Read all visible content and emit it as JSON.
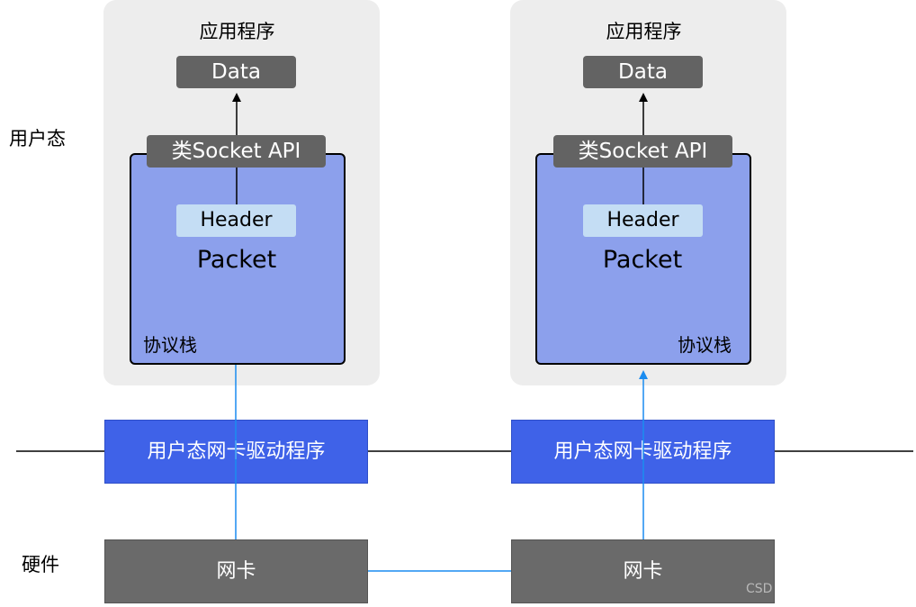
{
  "layers": {
    "user_space": "用户态",
    "hardware": "硬件"
  },
  "hosts": [
    {
      "app_title": "应用程序",
      "data_label": "Data",
      "api_label": "类Socket API",
      "header_label": "Header",
      "packet_label": "Packet",
      "stack_label": "协议栈",
      "driver_label": "用户态网卡驱动程序",
      "nic_label": "网卡"
    },
    {
      "app_title": "应用程序",
      "data_label": "Data",
      "api_label": "类Socket API",
      "header_label": "Header",
      "packet_label": "Packet",
      "stack_label": "协议栈",
      "driver_label": "用户态网卡驱动程序",
      "nic_label": "网卡"
    }
  ],
  "watermark": "CSD",
  "colors": {
    "panel": "#ededed",
    "dark_box": "#636363",
    "stack": "#8ca0ec",
    "header": "#c4ddf4",
    "driver": "#3f62e8",
    "nic": "#6a6a6a",
    "path_line": "#1a8cf0"
  }
}
